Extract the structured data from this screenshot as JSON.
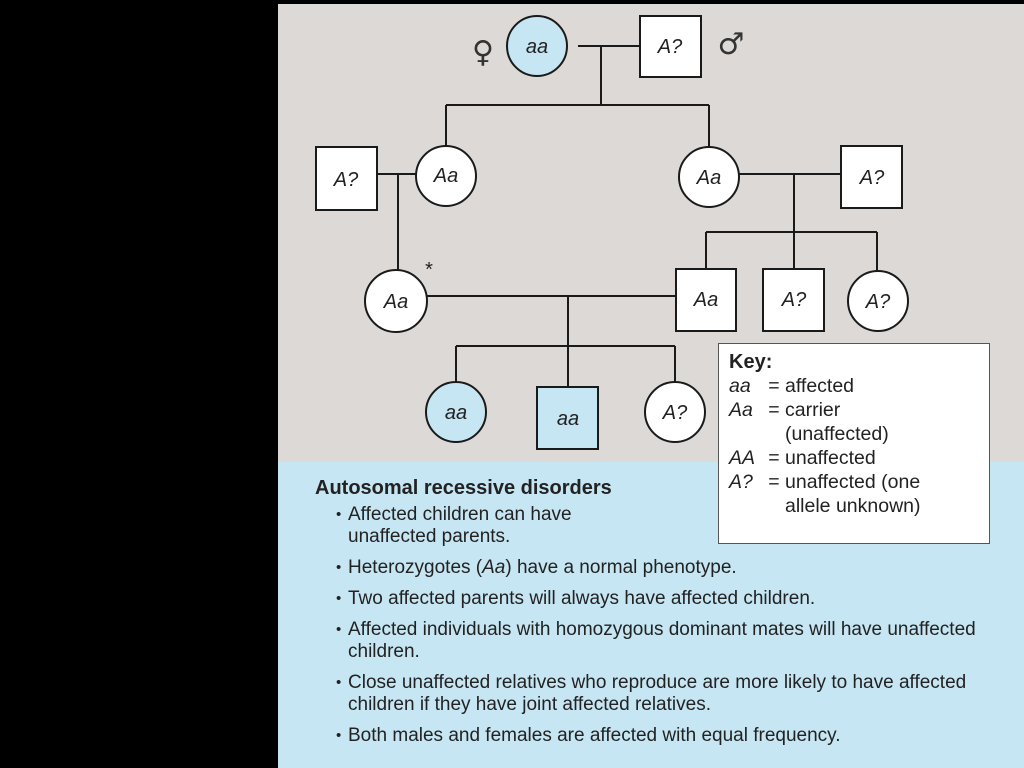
{
  "pedigree": {
    "symbols": {
      "female": "♀",
      "male": "♂"
    },
    "marker": "*",
    "labels": {
      "gen1_female": "aa",
      "gen1_male": "A?",
      "gen2_left_spouse": "A?",
      "gen2_left_daughter": "Aa",
      "gen2_right_daughter": "Aa",
      "gen2_right_spouse": "A?",
      "gen3_proband": "Aa",
      "gen3_son": "Aa",
      "gen3_male_sibling": "A?",
      "gen3_female_sibling": "A?",
      "gen4_daughter": "aa",
      "gen4_son": "aa",
      "gen4_daughter2": "A?"
    },
    "colors": {
      "affected": "#c6e6f3",
      "unaffected": "#ffffff",
      "panel": "#dcd9d6"
    }
  },
  "key": {
    "title": "Key:",
    "rows": [
      {
        "genotype": "aa",
        "eq": "=",
        "desc": "affected"
      },
      {
        "genotype": "Aa",
        "eq": "=",
        "desc": "carrier"
      },
      {
        "genotype": "AA",
        "eq": "=",
        "desc": "unaffected"
      },
      {
        "genotype": "A?",
        "eq": "=",
        "desc": "unaffected (one"
      }
    ],
    "carrier_note": "(unaffected)",
    "unknown_note": "allele unknown)"
  },
  "info": {
    "title": "Autosomal recessive disorders",
    "bullets": [
      "Affected children can have unaffected parents.",
      "Heterozygotes (Aa) have a normal phenotype.",
      "Two affected parents will always have affected children.",
      "Affected individuals with homozygous dominant mates will have unaffected children.",
      "Close unaffected relatives who reproduce are more likely to have affected children if they have joint affected relatives.",
      "Both males and females are affected with equal frequency."
    ]
  }
}
